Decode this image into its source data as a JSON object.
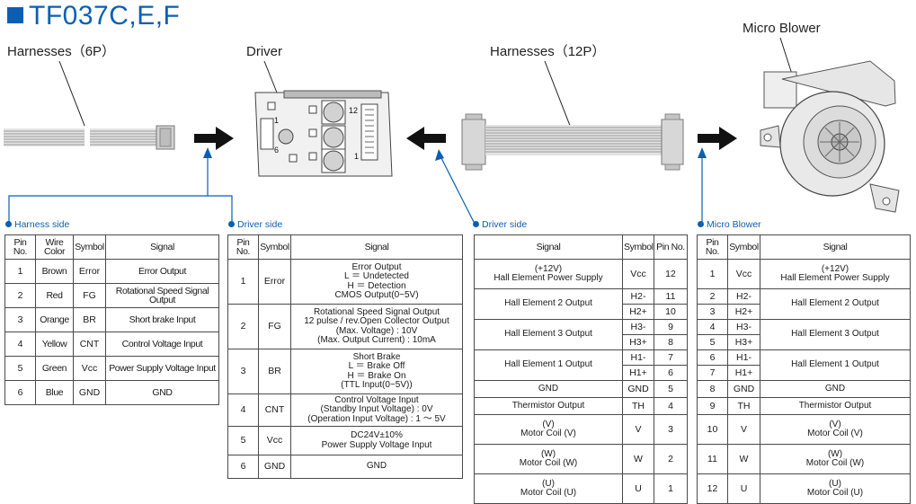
{
  "title": "TF037C,E,F",
  "components": {
    "harness6": "Harnesses（6P）",
    "driver": "Driver",
    "harness12": "Harnesses（12P）",
    "blower": "Micro Blower"
  },
  "driver_board": {
    "pin_label_1": "1",
    "pin_label_6": "6",
    "pin_label_12": "12",
    "pin_label_1b": "1"
  },
  "sections": {
    "harness_side": "Harness side",
    "driver_side_1": "Driver side",
    "driver_side_2": "Driver side",
    "micro_blower": "Micro Blower"
  },
  "table_harness": {
    "headers": [
      "Pin No.",
      "Wire Color",
      "Symbol",
      "Signal"
    ],
    "rows": [
      [
        "1",
        "Brown",
        "Error",
        "Error Output"
      ],
      [
        "2",
        "Red",
        "FG",
        "Rotational Speed Signal Output"
      ],
      [
        "3",
        "Orange",
        "BR",
        "Short brake Input"
      ],
      [
        "4",
        "Yellow",
        "CNT",
        "Control Voltage Input"
      ],
      [
        "5",
        "Green",
        "Vcc",
        "Power Supply Voltage Input"
      ],
      [
        "6",
        "Blue",
        "GND",
        "GND"
      ]
    ]
  },
  "table_driver": {
    "headers": [
      "Pin No.",
      "Symbol",
      "Signal"
    ],
    "rows": [
      [
        "1",
        "Error",
        "Error Output\nL ＝ Undetected\nH ＝ Detection\nCMOS Output(0~5V)"
      ],
      [
        "2",
        "FG",
        "Rotational Speed Signal Output\n12 pulse / rev.Open Collector Output\n(Max. Voltage) : 10V\n(Max. Output Current) : 10mA"
      ],
      [
        "3",
        "BR",
        "Short Brake\nL ＝ Brake Off\nH ＝ Brake On\n(TTL Input(0~5V))"
      ],
      [
        "4",
        "CNT",
        "Control Voltage Input\n(Standby Input Voltage) : 0V\n(Operation Input Voltage) : 1 ～ 5V"
      ],
      [
        "5",
        "Vcc",
        "DC24V±10%\nPower Supply Voltage Input"
      ],
      [
        "6",
        "GND",
        "GND"
      ]
    ]
  },
  "table_driver12": {
    "headers": [
      "Signal",
      "Symbol",
      "Pin No."
    ],
    "rows": [
      {
        "signal": "(+12V)\nHall Element Power Supply",
        "span": 1,
        "sub": [
          [
            "Vcc",
            "12"
          ]
        ]
      },
      {
        "signal": "Hall Element 2 Output",
        "span": 2,
        "sub": [
          [
            "H2-",
            "11"
          ],
          [
            "H2+",
            "10"
          ]
        ]
      },
      {
        "signal": "Hall Element 3 Output",
        "span": 2,
        "sub": [
          [
            "H3-",
            "9"
          ],
          [
            "H3+",
            "8"
          ]
        ]
      },
      {
        "signal": "Hall Element 1 Output",
        "span": 2,
        "sub": [
          [
            "H1-",
            "7"
          ],
          [
            "H1+",
            "6"
          ]
        ]
      },
      {
        "signal": "GND",
        "span": 1,
        "sub": [
          [
            "GND",
            "5"
          ]
        ]
      },
      {
        "signal": "Thermistor Output",
        "span": 1,
        "sub": [
          [
            "TH",
            "4"
          ]
        ]
      },
      {
        "signal": "(V)\nMotor Coil (V)",
        "span": 1,
        "sub": [
          [
            "V",
            "3"
          ]
        ]
      },
      {
        "signal": "(W)\nMotor Coil (W)",
        "span": 1,
        "sub": [
          [
            "W",
            "2"
          ]
        ]
      },
      {
        "signal": "(U)\nMotor Coil (U)",
        "span": 1,
        "sub": [
          [
            "U",
            "1"
          ]
        ]
      }
    ]
  },
  "table_blower": {
    "headers": [
      "Pin No.",
      "Symbol",
      "Signal"
    ],
    "rows": [
      {
        "signal": "(+12V)\nHall Element Power Supply",
        "span": 1,
        "sub": [
          [
            "1",
            "Vcc"
          ]
        ]
      },
      {
        "signal": "Hall Element 2 Output",
        "span": 2,
        "sub": [
          [
            "2",
            "H2-"
          ],
          [
            "3",
            "H2+"
          ]
        ]
      },
      {
        "signal": "Hall Element 3 Output",
        "span": 2,
        "sub": [
          [
            "4",
            "H3-"
          ],
          [
            "5",
            "H3+"
          ]
        ]
      },
      {
        "signal": "Hall Element 1 Output",
        "span": 2,
        "sub": [
          [
            "6",
            "H1-"
          ],
          [
            "7",
            "H1+"
          ]
        ]
      },
      {
        "signal": "GND",
        "span": 1,
        "sub": [
          [
            "8",
            "GND"
          ]
        ]
      },
      {
        "signal": "Thermistor Output",
        "span": 1,
        "sub": [
          [
            "9",
            "TH"
          ]
        ]
      },
      {
        "signal": "(V)\nMotor Coil (V)",
        "span": 1,
        "sub": [
          [
            "10",
            "V"
          ]
        ]
      },
      {
        "signal": "(W)\nMotor Coil (W)",
        "span": 1,
        "sub": [
          [
            "11",
            "W"
          ]
        ]
      },
      {
        "signal": "(U)\nMotor Coil (U)",
        "span": 1,
        "sub": [
          [
            "12",
            "U"
          ]
        ]
      }
    ]
  },
  "colors": {
    "accent": "#0a5fb4",
    "border": "#4a4a4a"
  }
}
